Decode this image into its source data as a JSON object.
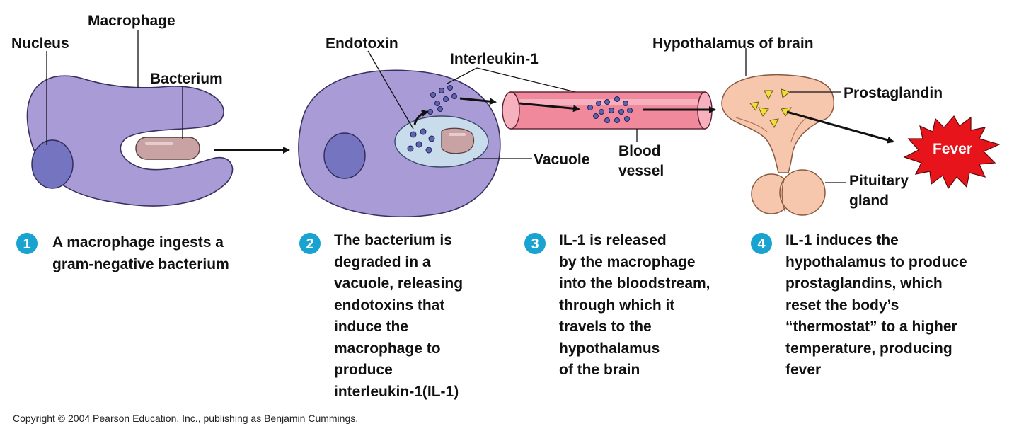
{
  "labels": {
    "nucleus": "Nucleus",
    "macrophage": "Macrophage",
    "bacterium": "Bacterium",
    "endotoxin": "Endotoxin",
    "interleukin": "Interleukin-1",
    "vacuole": "Vacuole",
    "blood_vessel_line1": "Blood",
    "blood_vessel_line2": "vessel",
    "hypothalamus": "Hypothalamus of brain",
    "prostaglandin": "Prostaglandin",
    "pituitary_line1": "Pituitary",
    "pituitary_line2": "gland",
    "fever": "Fever"
  },
  "steps": [
    {
      "num": "1",
      "text": "A macrophage ingests a\ngram-negative bacterium"
    },
    {
      "num": "2",
      "text": "The bacterium is\ndegraded in a\nvacuole, releasing\nendotoxins that\ninduce the\nmacrophage to\nproduce\ninterleukin-1(IL-1)"
    },
    {
      "num": "3",
      "text": "IL-1 is released\nby the macrophage\ninto the bloodstream,\nthrough which it\ntravels to the\nhypothalamus\nof the brain"
    },
    {
      "num": "4",
      "text": "IL-1 induces the\nhypothalamus to produce\nprostaglandins, which\nreset the body’s\n“thermostat” to a higher\ntemperature, producing\nfever"
    }
  ],
  "copyright": "Copyright © 2004 Pearson Education, Inc., publishing as Benjamin Cummings.",
  "colors": {
    "cell": "#a99bd6",
    "cell_outline": "#3a3060",
    "nucleus": "#7474c0",
    "bacterium": "#c9a3a3",
    "vacuole": "#c8dcec",
    "il1_dot": "#5f63b0",
    "vessel": "#f0899c",
    "brain": "#f6c7ad",
    "prostaglandin": "#f2dc3a",
    "fever": "#e8141c",
    "step_badge": "#19a3d1"
  }
}
